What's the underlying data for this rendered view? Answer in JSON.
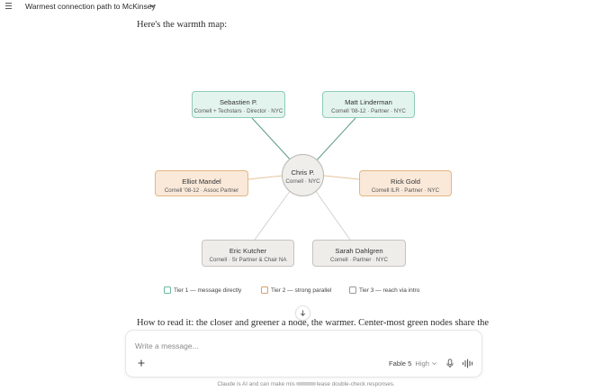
{
  "header": {
    "title": "Warmest connection path to McKinsey",
    "menu_icon": "hamburger-menu-icon",
    "dropdown_icon": "chevron-down-icon"
  },
  "message": {
    "intro": "Here's the warmth map:",
    "read_text": "How to read it: the closer and greener a node, the warmer. Center-most green nodes share the"
  },
  "map": {
    "center": {
      "name": "Chris P.",
      "detail": "Cornell · NYC"
    },
    "nodes": [
      {
        "name": "Sebastien P.",
        "detail": "Cornell + Techstars · Director · NYC",
        "tier": 1
      },
      {
        "name": "Matt Linderman",
        "detail": "Cornell '08-12 · Partner · NYC",
        "tier": 1
      },
      {
        "name": "Elliot Mandel",
        "detail": "Cornell '08-12 · Assoc Partner",
        "tier": 2
      },
      {
        "name": "Rick Gold",
        "detail": "Cornell ILR · Partner · NYC",
        "tier": 2
      },
      {
        "name": "Eric Kutcher",
        "detail": "Cornell · Sr Partner & Chair NA",
        "tier": 3
      },
      {
        "name": "Sarah Dahlgren",
        "detail": "Cornell · Partner · NYC",
        "tier": 3
      }
    ],
    "legend": [
      {
        "label": "Tier 1 — message directly",
        "color": "#6db8a3"
      },
      {
        "label": "Tier 2 — strong parallel",
        "color": "#d9a06a"
      },
      {
        "label": "Tier 3 — reach via intro",
        "color": "#9a9893"
      }
    ],
    "colors": {
      "tier1_fill": "#e3f4ef",
      "tier1_border": "#8fcab8",
      "tier1_line": "#5a9c8a",
      "tier2_fill": "#fae9d9",
      "tier2_border": "#e1b688",
      "tier2_line": "#e7c29d",
      "tier3_fill": "#efedea",
      "tier3_border": "#c6c3bd",
      "tier3_line": "#d4d2ce"
    }
  },
  "scroll_button_icon": "arrow-down-icon",
  "composer": {
    "placeholder": "Write a message...",
    "add_icon": "plus-icon",
    "model_name": "Fable 5",
    "effort": "High",
    "mic_icon": "microphone-icon",
    "voice_icon": "voice-waveform-icon"
  },
  "footer": {
    "disclaimer_start": "Claude is AI and can make mis",
    "disclaimer_end": "lease double-check responses."
  }
}
